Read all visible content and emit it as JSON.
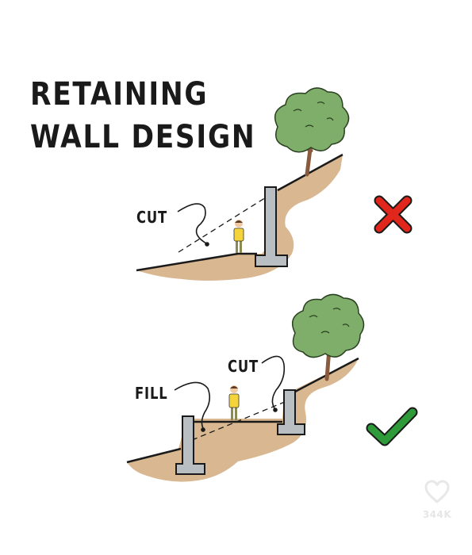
{
  "title": {
    "line1": "RETAINING",
    "line2": "WALL DESIGN"
  },
  "diagram_wrong": {
    "label_cut": "CUT",
    "verdict_icon": "red-x-icon"
  },
  "diagram_right": {
    "label_cut": "CUT",
    "label_fill": "FILL",
    "verdict_icon": "green-check-icon"
  },
  "likes": {
    "icon": "heart-outline-icon",
    "count": "344K"
  },
  "colors": {
    "soil": "#d8b791",
    "concrete": "#b9bec3",
    "tree_foliage": "#7fae6b",
    "tree_trunk": "#8a5a3c",
    "wrong": "#e1261c",
    "right": "#2f9a3a",
    "person_shirt": "#f4d43a"
  }
}
